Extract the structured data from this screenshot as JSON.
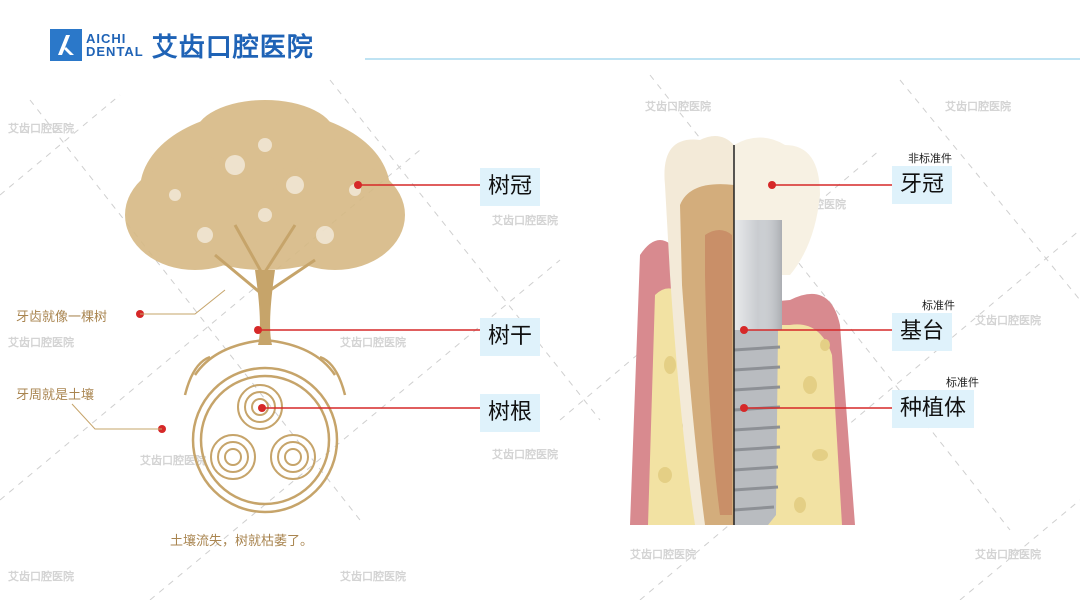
{
  "header": {
    "logo_en_line1": "AICHI",
    "logo_en_line2": "DENTAL",
    "logo_cn": "艾齿口腔医院",
    "brand_color": "#1f63b6",
    "line_color": "#bfe3f3"
  },
  "watermark": "艾齿口腔医院",
  "tree": {
    "crown_label": "树冠",
    "trunk_label": "树干",
    "root_label": "树根",
    "left_note_1": "牙齿就像一棵树",
    "left_note_2": "牙周就是土壤",
    "caption": "土壤流失，树就枯萎了。",
    "color": "#c6a46a"
  },
  "implant": {
    "crown_note": "非标准件",
    "crown_label": "牙冠",
    "abutment_note": "标准件",
    "abutment_label": "基台",
    "fixture_note": "标准件",
    "fixture_label": "种植体",
    "label_bg": "#dff2fb",
    "line_color": "#d62828"
  }
}
